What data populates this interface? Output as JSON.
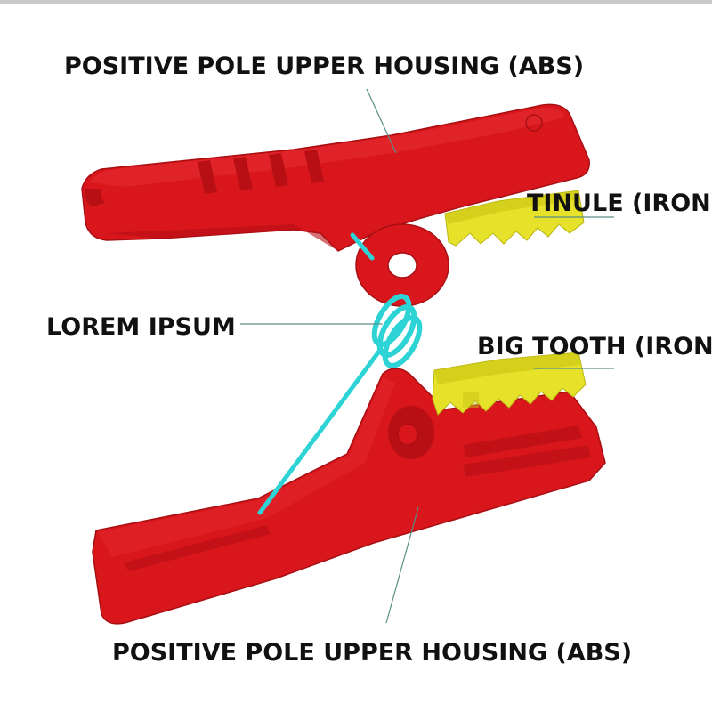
{
  "labels": {
    "top_housing": "POSITIVE POLE UPPER HOUSING (ABS)",
    "tinule": "TINULE (IRON)",
    "spring": "LOREM IPSUM",
    "big_tooth": "BIG TOOTH (IRON)",
    "bottom_housing": "POSITIVE POLE UPPER HOUSING (ABS)"
  },
  "colors": {
    "housing": "#d8161c",
    "teeth": "#e6e22a",
    "spring": "#2ed3d6",
    "leader": "#5a8f86",
    "text": "#111111"
  }
}
